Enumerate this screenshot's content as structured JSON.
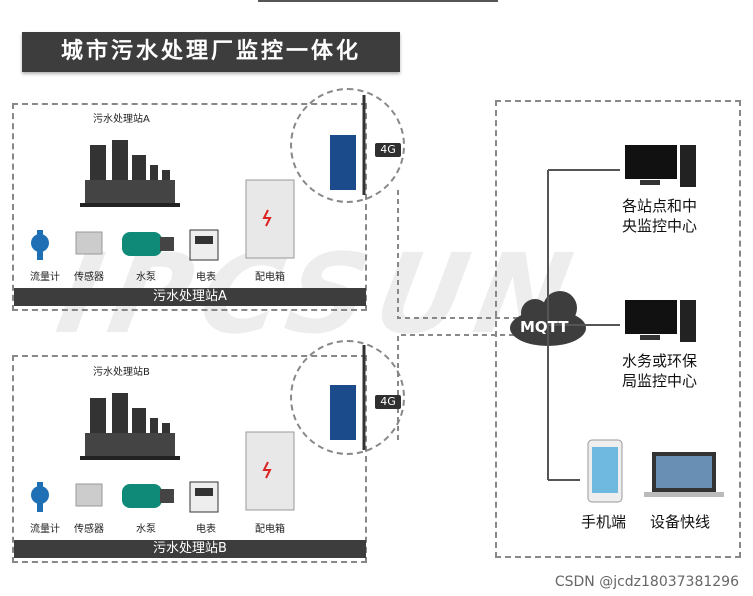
{
  "title": "城市污水处理厂监控一体化",
  "stations": [
    {
      "top_label": "污水处理站A",
      "bar_label": "污水处理站A",
      "devices": [
        "流量计",
        "传感器",
        "水泵",
        "电表",
        "配电箱"
      ],
      "tag": "4G"
    },
    {
      "top_label": "污水处理站B",
      "bar_label": "污水处理站B",
      "devices": [
        "流量计",
        "传感器",
        "水泵",
        "电表",
        "配电箱"
      ],
      "tag": "4G"
    }
  ],
  "cloud_label": "MQTT",
  "centers": [
    {
      "line1": "各站点和中",
      "line2": "央监控中心"
    },
    {
      "line1": "水务或环保",
      "line2": "局监控中心"
    }
  ],
  "endpoints": [
    "手机端",
    "设备快线"
  ],
  "watermark": "IPCSUN",
  "footer": "CSDN @jcdz18037381296"
}
